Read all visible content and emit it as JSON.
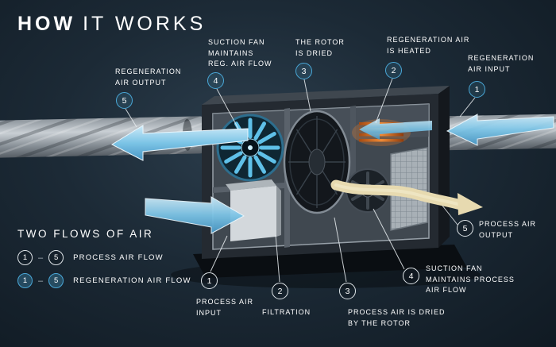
{
  "title": {
    "strong": "HOW",
    "rest": "IT WORKS"
  },
  "callouts": {
    "regen_output": {
      "num": "5",
      "label": "REGENERATION\nAIR OUTPUT"
    },
    "regen_fan": {
      "num": "4",
      "label": "SUCTION FAN\nMAINTAINS\nREG. AIR FLOW"
    },
    "rotor_dried": {
      "num": "3",
      "label": "THE ROTOR\nIS DRIED"
    },
    "regen_heated": {
      "num": "2",
      "label": "REGENERATION AIR\nIS HEATED"
    },
    "regen_input": {
      "num": "1",
      "label": "REGENERATION\nAIR INPUT"
    },
    "process_input": {
      "num": "1",
      "label": "PROCESS AIR\nINPUT"
    },
    "filtration": {
      "num": "2",
      "label": "FILTRATION"
    },
    "process_dried": {
      "num": "3",
      "label": "PROCESS AIR IS DRIED\nBY THE ROTOR"
    },
    "process_fan": {
      "num": "4",
      "label": "SUCTION FAN\nMAINTAINS PROCESS\nAIR FLOW"
    },
    "process_output": {
      "num": "5",
      "label": "PROCESS AIR\nOUTPUT"
    }
  },
  "legend": {
    "title": "TWO FLOWS OF AIR",
    "process": {
      "from": "1",
      "to": "5",
      "dash": "–",
      "label": "PROCESS AIR FLOW"
    },
    "regeneration": {
      "from": "1",
      "to": "5",
      "dash": "–",
      "label": "REGENERATION AIR FLOW"
    }
  },
  "colors": {
    "accent_blue": "#4aa8d8",
    "flow_blue_light": "#bfe4f5",
    "process_beige": "#e7dab0",
    "heater_orange": "#f08a36",
    "duct_silver": "#c6ccd1",
    "background": "#1c2a36"
  }
}
